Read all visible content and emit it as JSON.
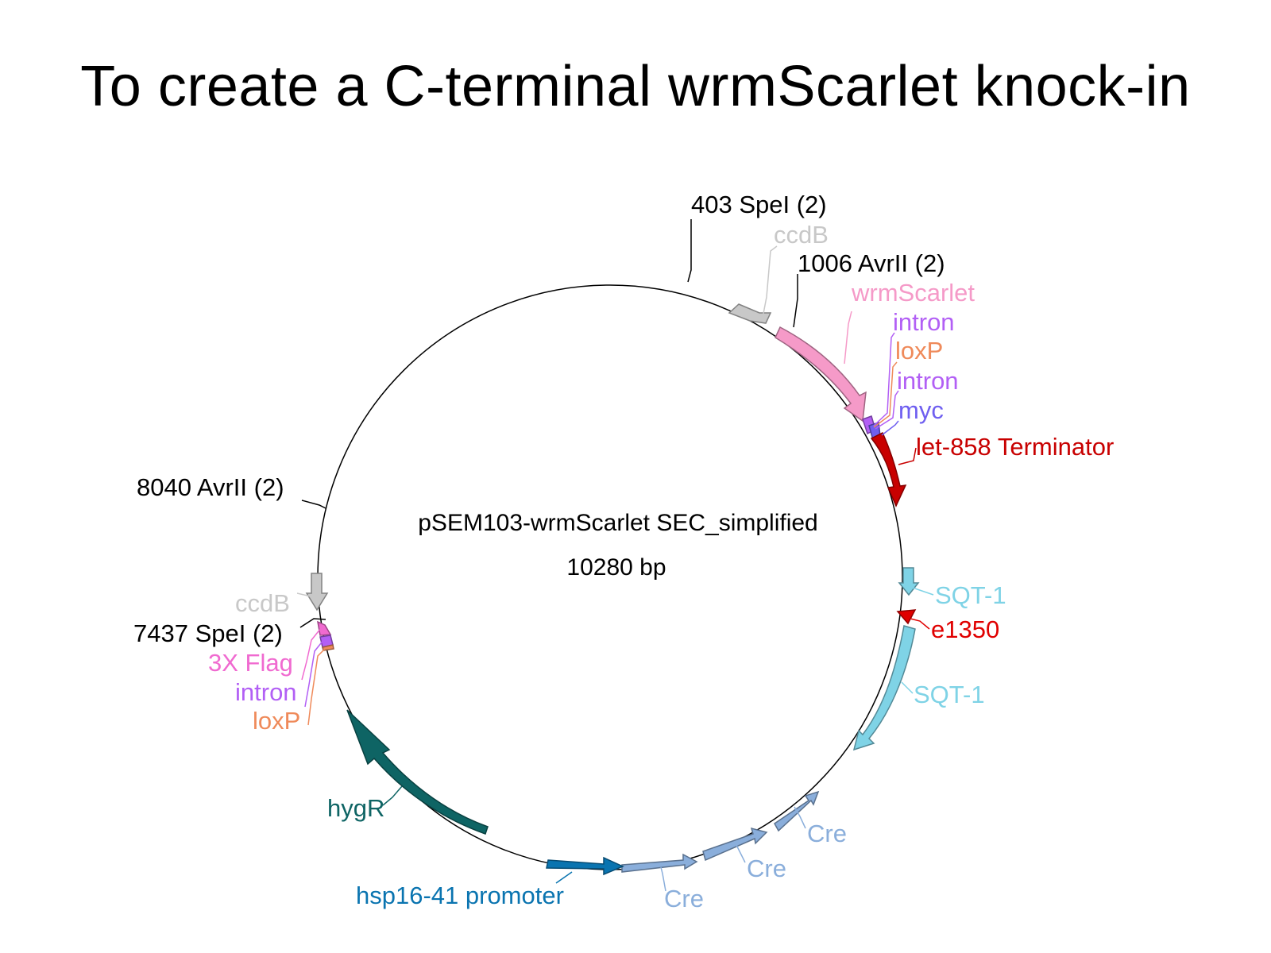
{
  "slide": {
    "title": "To create a C-terminal wrmScarlet knock-in"
  },
  "plasmid": {
    "name": "pSEM103-wrmScarlet SEC_simplified",
    "length": "10280 bp",
    "backbone_color": "#000000"
  },
  "features": [
    {
      "id": "ccdB-top",
      "label": "ccdB",
      "color": "#c8c8c8"
    },
    {
      "id": "wrmScarlet",
      "label": "wrmScarlet",
      "color": "#f59ac8"
    },
    {
      "id": "intron-top-1",
      "label": "intron",
      "color": "#b25ff5"
    },
    {
      "id": "loxP-top",
      "label": "loxP",
      "color": "#ef8a5a"
    },
    {
      "id": "intron-top-2",
      "label": "intron",
      "color": "#b25ff5"
    },
    {
      "id": "myc",
      "label": "myc",
      "color": "#6f5ff0"
    },
    {
      "id": "let-858-terminator",
      "label": "let-858 Terminator",
      "color": "#c80000"
    },
    {
      "id": "SQT-1-short",
      "label": "SQT-1",
      "color": "#7fd3e6"
    },
    {
      "id": "e1350",
      "label": "e1350",
      "color": "#e00000"
    },
    {
      "id": "SQT-1-long",
      "label": "SQT-1",
      "color": "#7fd3e6"
    },
    {
      "id": "Cre-1",
      "label": "Cre",
      "color": "#8aaedb"
    },
    {
      "id": "Cre-2",
      "label": "Cre",
      "color": "#8aaedb"
    },
    {
      "id": "Cre-3",
      "label": "Cre",
      "color": "#8aaedb"
    },
    {
      "id": "hsp16-41-promoter",
      "label": "hsp16-41 promoter",
      "color": "#0a74b0"
    },
    {
      "id": "hygR",
      "label": "hygR",
      "color": "#0e6464"
    },
    {
      "id": "loxP-left",
      "label": "loxP",
      "color": "#ef8a5a"
    },
    {
      "id": "intron-left",
      "label": "intron",
      "color": "#b25ff5"
    },
    {
      "id": "3X-Flag",
      "label": "3X Flag",
      "color": "#f06ad0"
    },
    {
      "id": "ccdB-left",
      "label": "ccdB",
      "color": "#c8c8c8"
    }
  ],
  "sites": [
    {
      "id": "SpeI-403",
      "label": "403 SpeI (2)"
    },
    {
      "id": "AvrII-1006",
      "label": "1006 AvrII (2)"
    },
    {
      "id": "AvrII-8040",
      "label": "8040 AvrII (2)"
    },
    {
      "id": "SpeI-7437",
      "label": "7437 SpeI (2)"
    }
  ]
}
